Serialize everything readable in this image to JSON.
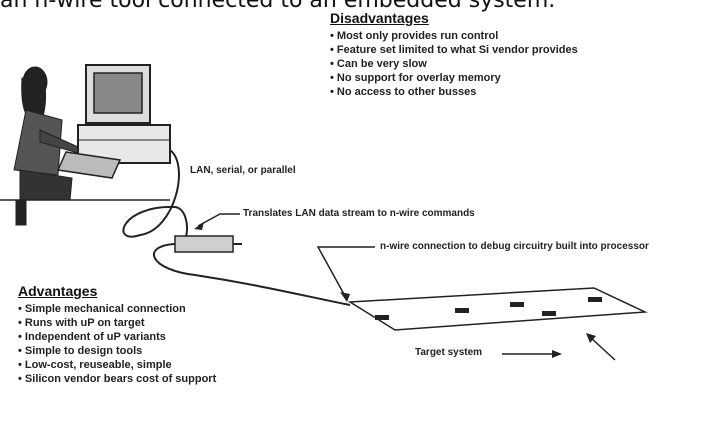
{
  "caption": "an n-wire tool connected to an embedded system.",
  "disadvantages": {
    "heading": "Disadvantages",
    "items": [
      "Most only provides run control",
      "Feature set limited to what Si vendor provides",
      "Can be very slow",
      "No support for overlay memory",
      "No access to other busses"
    ]
  },
  "advantages": {
    "heading": "Advantages",
    "items": [
      "Simple mechanical connection",
      "Runs with uP on target",
      "Independent of uP variants",
      "Simple to design tools",
      "Low-cost, reuseable, simple",
      "Silicon vendor bears cost of support"
    ]
  },
  "labels": {
    "link": "LAN, serial, or parallel",
    "translator": "Translates LAN data stream to n-wire commands",
    "connection": "n-wire connection to debug circuitry built into processor",
    "target": "Target system"
  }
}
